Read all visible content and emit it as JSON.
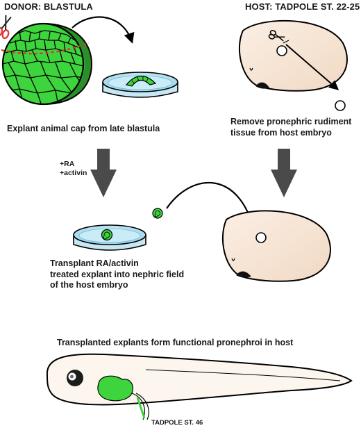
{
  "donor_heading": "DONOR: BLASTULA",
  "host_heading": "HOST: TADPOLE ST. 22-25",
  "explant_caption": "Explant animal cap from late blastula",
  "remove_caption_line1": "Remove pronephric rudiment",
  "remove_caption_line2": "tissue from host embryo",
  "treatment_ra": "+RA",
  "treatment_activin": "+activin",
  "transplant_caption_line1": "Transplant RA/activin",
  "transplant_caption_line2": "treated explant into nephric field",
  "transplant_caption_line3": "of the host embryo",
  "result_caption": "Transplanted explants form functional pronephroi in host",
  "tadpole_stage": "TADPOLE ST. 46",
  "colors": {
    "explant_green": "#3ed43e",
    "embryo_beige": "#f8e6d6",
    "dish_blue": "#b6e1f1",
    "arrow_gray": "#4a4a4a",
    "cut_line_red": "#e53030",
    "scissors_red": "#e03a3a"
  },
  "icons": [
    "scissors-icon",
    "scissors-icon",
    "process-arrow",
    "curved-arrow"
  ]
}
